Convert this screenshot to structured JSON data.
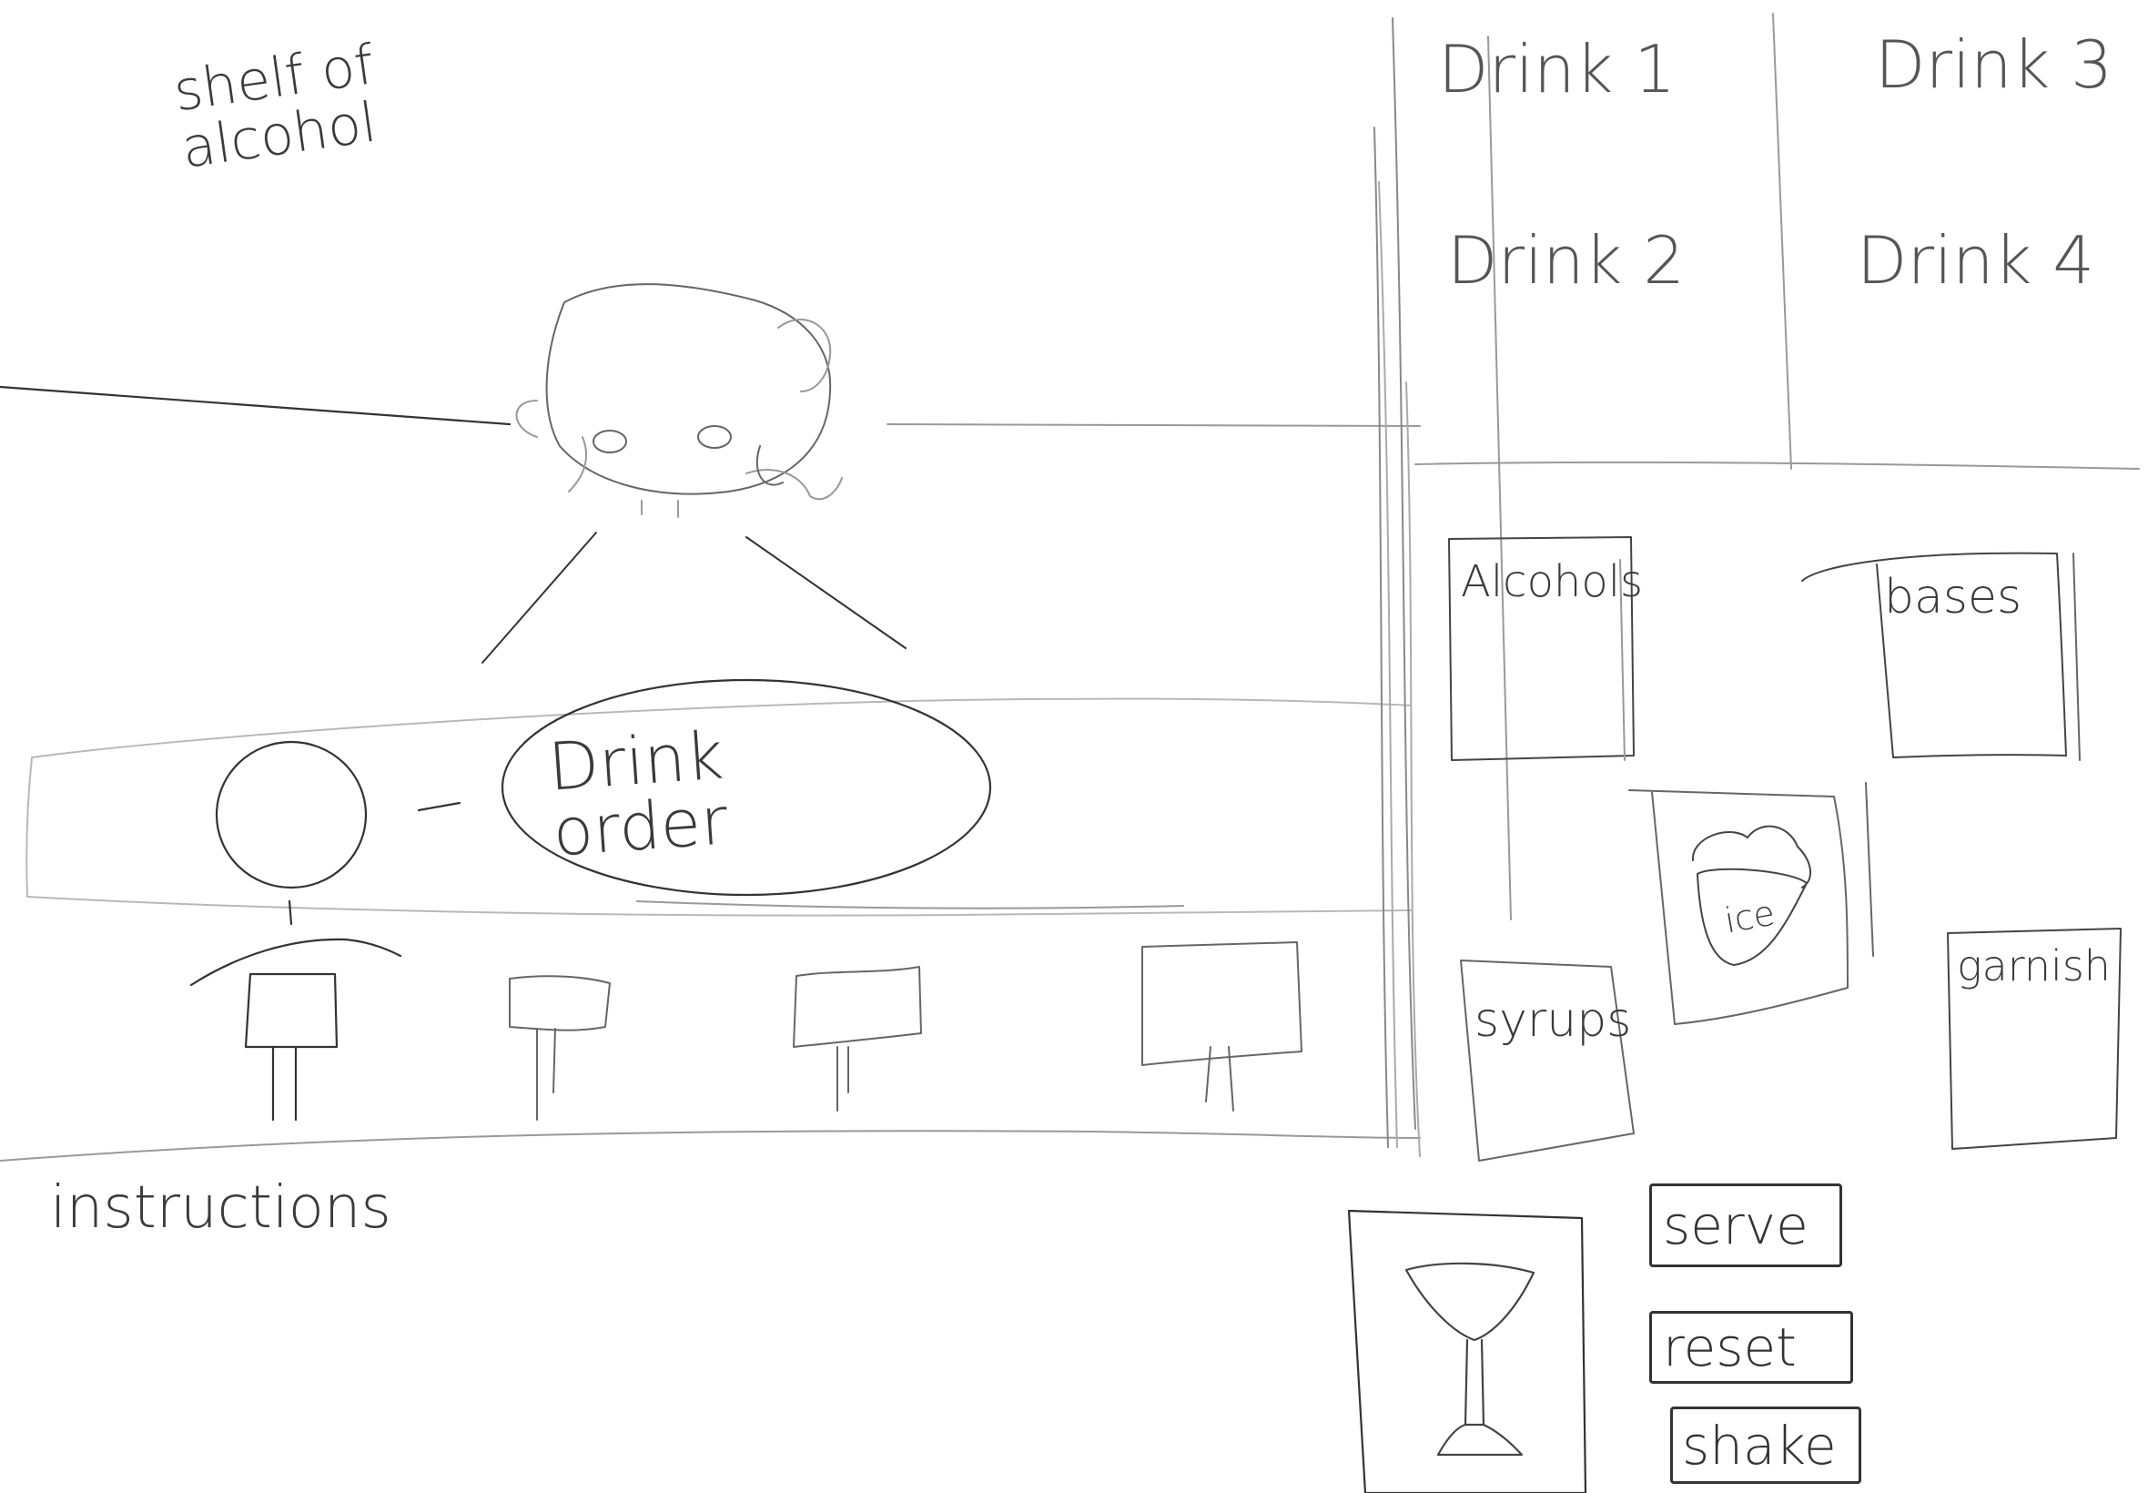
{
  "scene": {
    "shelf_label": "shelf of\nalcohol",
    "speech_bubble": "Drink\norder",
    "instructions_label": "instructions"
  },
  "drinks": [
    "Drink 1",
    "Drink 3",
    "Drink 2",
    "Drink 4"
  ],
  "ingredients": {
    "alcohols": "Alcohols",
    "bases": "bases",
    "ice": "ice",
    "syrups": "syrups",
    "garnish": "garnish"
  },
  "actions": {
    "serve": "serve",
    "reset": "reset",
    "shake": "shake"
  },
  "colors": {
    "ink": "#333333",
    "faint": "#bdbdbd",
    "background": "#ffffff"
  }
}
